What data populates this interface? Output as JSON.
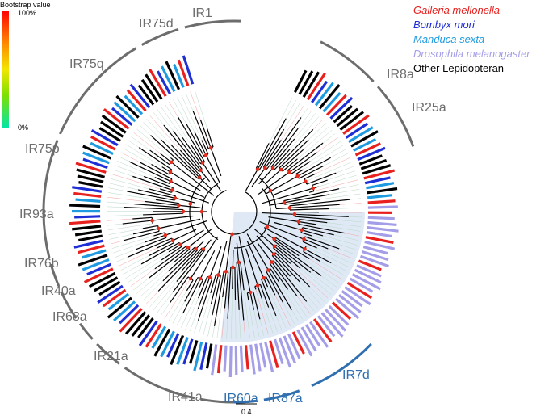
{
  "colorbar": {
    "title": "Bootstrap value",
    "max_label": "100%",
    "min_label": "0%"
  },
  "legend": [
    {
      "label": "Galleria mellonella",
      "color": "#e8211e"
    },
    {
      "label": "Bombyx mori",
      "color": "#1f2fd6"
    },
    {
      "label": "Manduca sexta",
      "color": "#1e9be0"
    },
    {
      "label": "Drosophila melanogaster",
      "color": "#a49ee8"
    },
    {
      "label": "Other Lepidopteran",
      "color": "#000000"
    }
  ],
  "clades": [
    {
      "label": "IR1"
    },
    {
      "label": "IR75d"
    },
    {
      "label": "IR75q"
    },
    {
      "label": "IR8a"
    },
    {
      "label": "IR25a"
    },
    {
      "label": "IR75p"
    },
    {
      "label": "IR93a"
    },
    {
      "label": "IR76b"
    },
    {
      "label": "IR40a"
    },
    {
      "label": "IR68a"
    },
    {
      "label": "IR21a"
    },
    {
      "label": "IR41a"
    },
    {
      "label": "IR60a"
    },
    {
      "label": "IR87a"
    },
    {
      "label": "IR7d"
    }
  ],
  "scale_bar": {
    "label": "0.4"
  },
  "colors": {
    "galleria": "#e8211e",
    "bombyx": "#1f2fd6",
    "manduca": "#1e9be0",
    "drosophila": "#a49ee8",
    "other": "#000000",
    "clade_grey": "#6d6d6d",
    "clade_blue": "#2f6fb0",
    "shade": "#dfe9f6",
    "node": "#e52d1e"
  }
}
